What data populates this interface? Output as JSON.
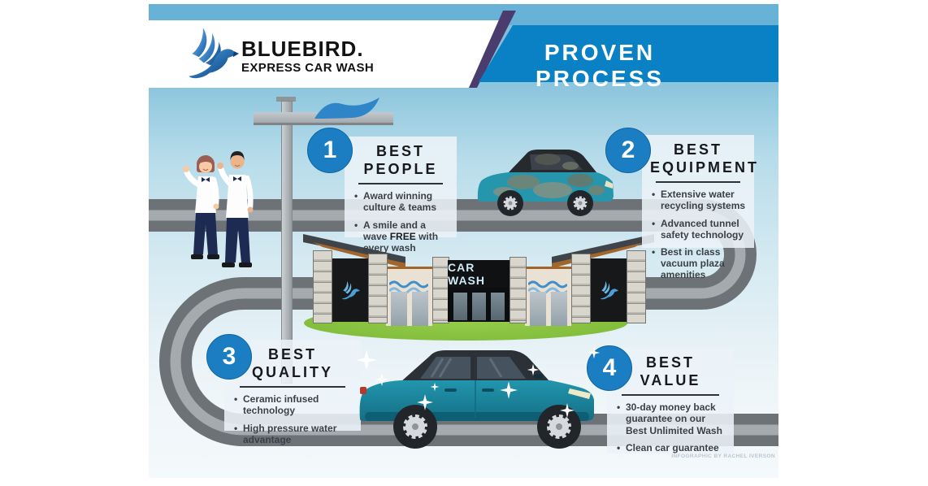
{
  "brand": {
    "logo_icon": "bluebird-dove-logo",
    "name_display": "BLUEBIRD.",
    "tagline": "EXPRESS CAR WASH"
  },
  "banner": {
    "title": "PROVEN PROCESS"
  },
  "building": {
    "sign": "CAR WASH"
  },
  "steps": [
    {
      "number": "1",
      "title_line1": "BEST",
      "title_line2": "PEOPLE",
      "bullets": [
        {
          "text": "Award winning culture & teams"
        },
        {
          "pre": "A smile and a wave",
          "bold": "FREE",
          "post": "with every wash"
        }
      ]
    },
    {
      "number": "2",
      "title_line1": "BEST",
      "title_line2": "EQUIPMENT",
      "bullets": [
        {
          "text": "Extensive water recycling systems"
        },
        {
          "text": "Advanced tunnel safety technology"
        },
        {
          "text": "Best in class vacuum plaza amenities"
        }
      ]
    },
    {
      "number": "3",
      "title_line1": "BEST",
      "title_line2": "QUALITY",
      "bullets": [
        {
          "text": "Ceramic infused technology"
        },
        {
          "text": "High pressure water advantage"
        }
      ]
    },
    {
      "number": "4",
      "title_line1": "BEST",
      "title_line2": "VALUE",
      "bullets": [
        {
          "text": "30-day money back guarantee on our Best Unlimited Wash"
        },
        {
          "text": "Clean car guarantee"
        }
      ]
    }
  ],
  "credit": "INFOGRAPHIC BY RACHEL IVERSON",
  "colors": {
    "banner_blue": "#0981c4",
    "accent_purple": "#4a3d6e",
    "sky_strip": "#68b2d8",
    "circle_blue": "#1b7ec2",
    "road_gray": "#6d7276",
    "road_stripe": "#a4aaad",
    "grass_green": "#7cb837",
    "car_teal": "#1b87a0"
  }
}
